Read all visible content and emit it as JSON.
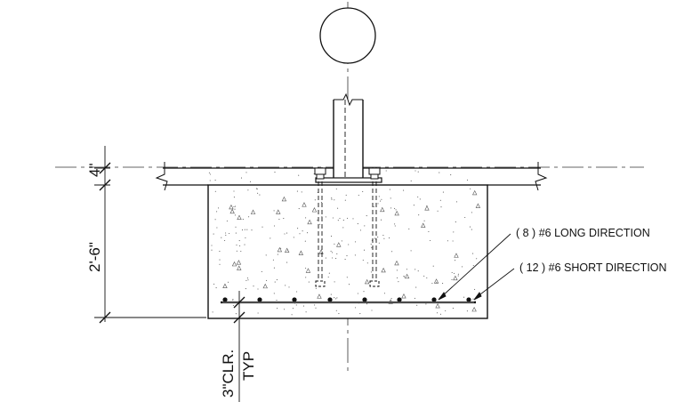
{
  "dimensions": {
    "slab_thickness": "4\"",
    "footing_depth": "2'-6\"",
    "clearance_line1": "3\"CLR.",
    "clearance_line2": "TYP"
  },
  "callouts": {
    "long_direction": "( 8 ) #6 LONG DIRECTION",
    "short_direction": "( 12 ) #6 SHORT DIRECTION"
  },
  "colors": {
    "line": "#111111",
    "stipple": "#555555"
  }
}
